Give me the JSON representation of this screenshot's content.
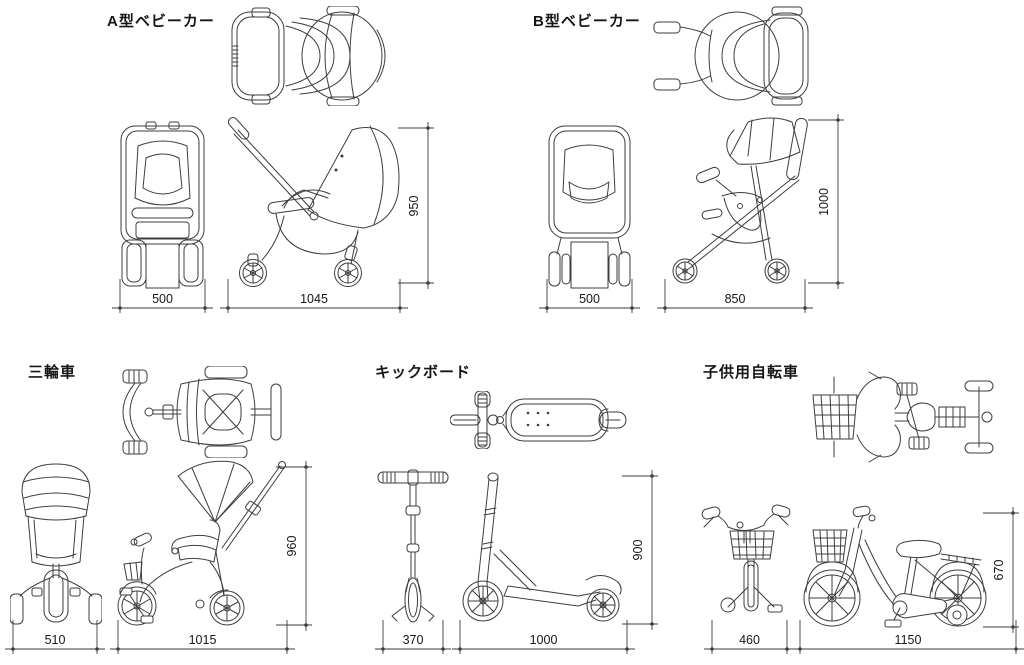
{
  "sheet": {
    "background": "#ffffff",
    "line_color": "#3d3d3d",
    "text_color": "#161616",
    "vehicles": [
      {
        "id": "stroller-a",
        "title": "A型ベビーカー",
        "dims": {
          "width": "500",
          "length": "1045",
          "height": "950"
        }
      },
      {
        "id": "stroller-b",
        "title": "B型ベビーカー",
        "dims": {
          "width": "500",
          "length": "850",
          "height": "1000"
        }
      },
      {
        "id": "tricycle",
        "title": "三輪車",
        "dims": {
          "width": "510",
          "length": "1015",
          "height": "960"
        }
      },
      {
        "id": "kickboard",
        "title": "キックボード",
        "dims": {
          "width": "370",
          "length": "1000",
          "height": "900"
        }
      },
      {
        "id": "kids-bicycle",
        "title": "子供用自転車",
        "dims": {
          "width": "460",
          "length": "1150",
          "height": "670"
        }
      }
    ]
  }
}
